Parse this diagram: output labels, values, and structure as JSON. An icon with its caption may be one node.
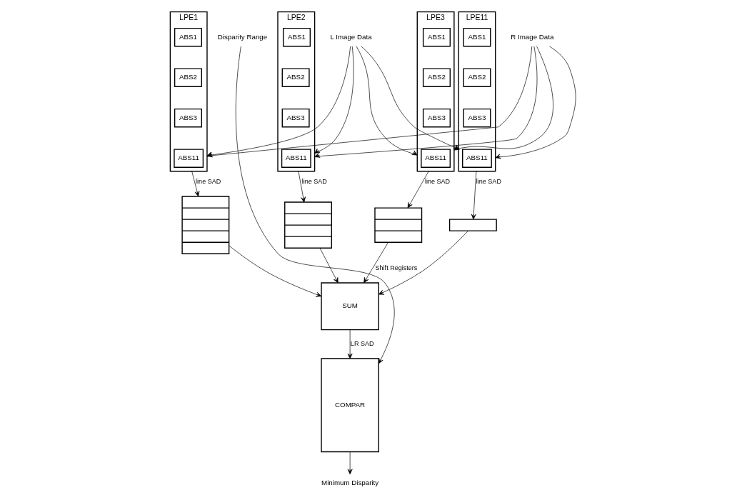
{
  "diagram": {
    "nodes": [
      {
        "text": [
          "LPE1"
        ]
      },
      {
        "text": [
          "ABS1"
        ],
        "in": 0
      },
      {
        "text": [
          "ABS2"
        ],
        "in": 0
      },
      {
        "text": [
          "ABS3"
        ],
        "in": 0
      },
      {
        "text": [
          "ABS11"
        ],
        "in": 0
      },
      {
        "text": [
          "LPE2"
        ]
      },
      {
        "text": [
          "ABS1"
        ],
        "in": 5
      },
      {
        "text": [
          "ABS2"
        ],
        "in": 5
      },
      {
        "text": [
          "ABS3"
        ],
        "in": 5
      },
      {
        "text": [
          "ABS11"
        ],
        "in": 5
      },
      {
        "text": [
          "LPE3"
        ]
      },
      {
        "text": [
          "ABS1"
        ],
        "in": 10
      },
      {
        "text": [
          "ABS2"
        ],
        "in": 10
      },
      {
        "text": [
          "ABS3"
        ],
        "in": 10
      },
      {
        "text": [
          "ABS11"
        ],
        "in": 10
      },
      {
        "text": [
          "LPE11"
        ]
      },
      {
        "text": [
          "ABS1"
        ],
        "in": 15
      },
      {
        "text": [
          "ABS2"
        ],
        "in": 15
      },
      {
        "text": [
          "ABS3"
        ],
        "in": 15
      },
      {
        "text": [
          "ABS11"
        ],
        "in": 15
      },
      {
        "text": [
          "COMPAR"
        ]
      },
      {
        "text": [
          "Minimum Disparity"
        ]
      },
      {
        "text": [
          "L Image Data"
        ]
      },
      {
        "text": [
          "R Image Data"
        ]
      },
      {
        "text": [
          "Disparity Range"
        ]
      },
      {
        "text": [],
        "shape": "box"
      },
      {
        "text": [],
        "shape": "box"
      },
      {
        "text": [],
        "shape": "box"
      },
      {
        "text": [],
        "shape": "box"
      },
      {
        "text": [
          "SUM"
        ]
      }
    ],
    "edges": [
      {
        "from": 20,
        "to": 21,
        "arrow": "to"
      },
      {
        "from": 22,
        "to": 0,
        "arrow": "to"
      },
      {
        "from": 22,
        "to": 5,
        "arrow": "to"
      },
      {
        "from": 22,
        "to": 10,
        "arrow": "to"
      },
      {
        "from": 22,
        "to": 15,
        "arrow": "to"
      },
      {
        "from": 23,
        "to": 0,
        "arrow": "to"
      },
      {
        "from": 23,
        "to": 5,
        "arrow": "to"
      },
      {
        "from": 23,
        "to": 10,
        "arrow": "to"
      },
      {
        "from": 23,
        "to": 15,
        "arrow": "to"
      },
      {
        "from": 24,
        "to": 20,
        "arrow": "to"
      },
      {
        "from": 0,
        "to": 25,
        "label": "line SAD",
        "arrow": "to"
      },
      {
        "from": 5,
        "to": 26,
        "label": "line SAD",
        "arrow": "to"
      },
      {
        "from": 10,
        "to": 27,
        "label": "line SAD",
        "arrow": "to"
      },
      {
        "from": 15,
        "to": 28,
        "label": "line SAD",
        "arrow": "to"
      },
      {
        "from": 29,
        "to": 20,
        "label": "LR SAD",
        "arrow": "to"
      },
      {
        "from": 28,
        "to": 29,
        "arrow": "to"
      },
      {
        "from": 27,
        "to": 29,
        "label": "Shift Registers",
        "arrow": "to"
      },
      {
        "from": 26,
        "to": 29,
        "arrow": "to"
      },
      {
        "from": 25,
        "to": 29,
        "arrow": "to"
      }
    ]
  }
}
